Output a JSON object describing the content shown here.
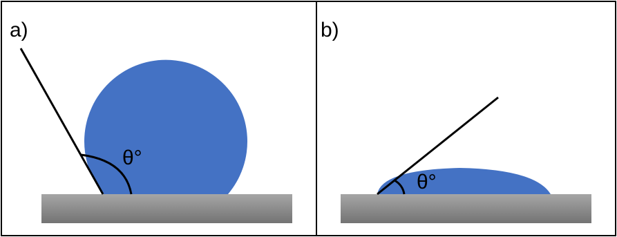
{
  "panels": [
    {
      "label": "a)",
      "angle_label": "θ°"
    },
    {
      "label": "b)",
      "angle_label": "θ°"
    }
  ],
  "colors": {
    "droplet": "#4472C4",
    "substrate_top": "#a6a6a6",
    "substrate_bottom": "#737373",
    "line": "#000000",
    "border": "#000000",
    "background": "#ffffff"
  }
}
